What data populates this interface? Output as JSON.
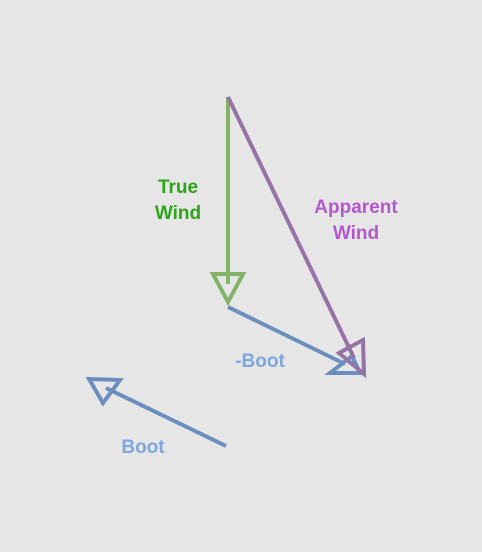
{
  "labels": {
    "true_wind": [
      "True",
      "Wind"
    ],
    "apparent_wind": [
      "Apparent",
      "Wind"
    ],
    "minus_boot": "-Boot",
    "boot": "Boot"
  },
  "colors": {
    "background": "#e6e6e6",
    "true_wind": "#82b366",
    "true_wind_text": "#2ea518",
    "apparent_wind": "#9673a6",
    "apparent_wind_text": "#b459cc",
    "boot": "#6c8ebf",
    "boot_text": "#7ea6e0"
  }
}
